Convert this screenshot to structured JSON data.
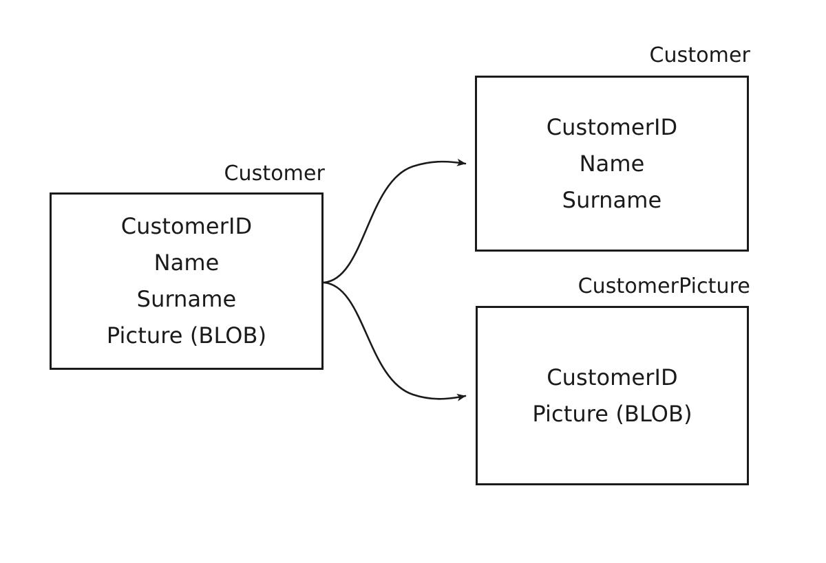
{
  "diagram": {
    "type": "entity-split-diagram",
    "background_color": "#ffffff",
    "stroke_color": "#1a1a1a",
    "entities": {
      "source": {
        "title": "Customer",
        "fields": [
          "CustomerID",
          "Name",
          "Surname",
          "Picture (BLOB)"
        ]
      },
      "target_customer": {
        "title": "Customer",
        "fields": [
          "CustomerID",
          "Name",
          "Surname"
        ]
      },
      "target_picture": {
        "title": "CustomerPicture",
        "fields": [
          "CustomerID",
          "Picture (BLOB)"
        ]
      }
    },
    "connectors": [
      {
        "name": "source-to-customer",
        "from": "source",
        "to": "target_customer",
        "style": "curved-arrow",
        "arrowhead": "filled-triangle"
      },
      {
        "name": "source-to-picture",
        "from": "source",
        "to": "target_picture",
        "style": "curved-arrow",
        "arrowhead": "filled-triangle"
      }
    ]
  }
}
